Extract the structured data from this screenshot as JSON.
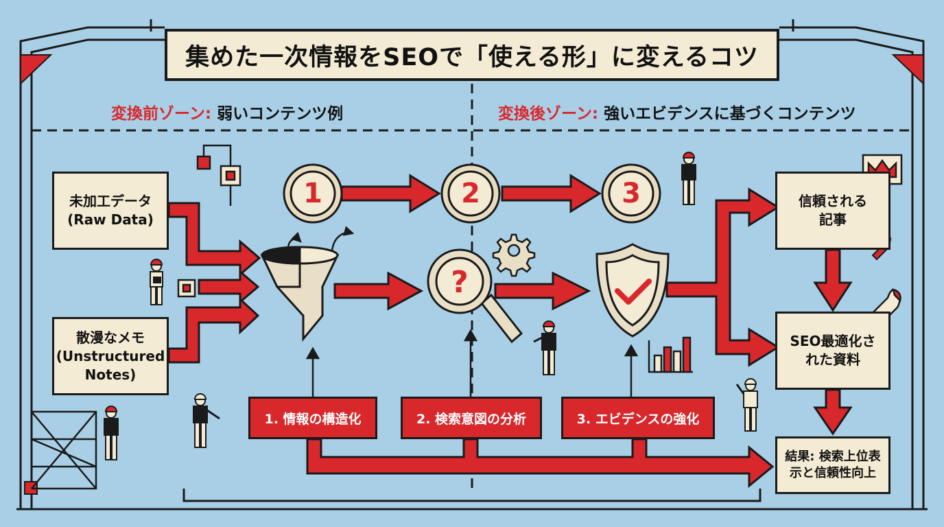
{
  "title": "集めた一次情報をSEOで「使える形」に変えるコツ",
  "zones": {
    "before": {
      "label": "変換前ゾーン:",
      "desc": "弱いコンテンツ例"
    },
    "after": {
      "label": "変換後ゾーン:",
      "desc": "強いエビデンスに基づくコンテンツ"
    }
  },
  "inputs": [
    {
      "text": "未加工データ\n(Raw Data)"
    },
    {
      "text": "散漫なメモ\n(Unstructured\nNotes)"
    }
  ],
  "numbers": [
    "1",
    "2",
    "3"
  ],
  "steps": [
    "1. 情報の構造化",
    "2. 検索意図の分析",
    "3. エビデンスの強化"
  ],
  "outputs": [
    "信頼される\n記事",
    "SEO最適化さ\nれた資料",
    "結果: 検索上位表\n示と信頼性向上"
  ],
  "icons": [
    "funnel-icon",
    "magnifier-question-icon",
    "shield-check-icon",
    "gear-icon",
    "crown-icon",
    "rocket-icon",
    "bar-chart-icon",
    "worker-icon"
  ],
  "colors": {
    "background": "#a9cfe6",
    "accent": "#d8282c",
    "panel": "#f3ebd3",
    "line": "#1a1a1a"
  }
}
